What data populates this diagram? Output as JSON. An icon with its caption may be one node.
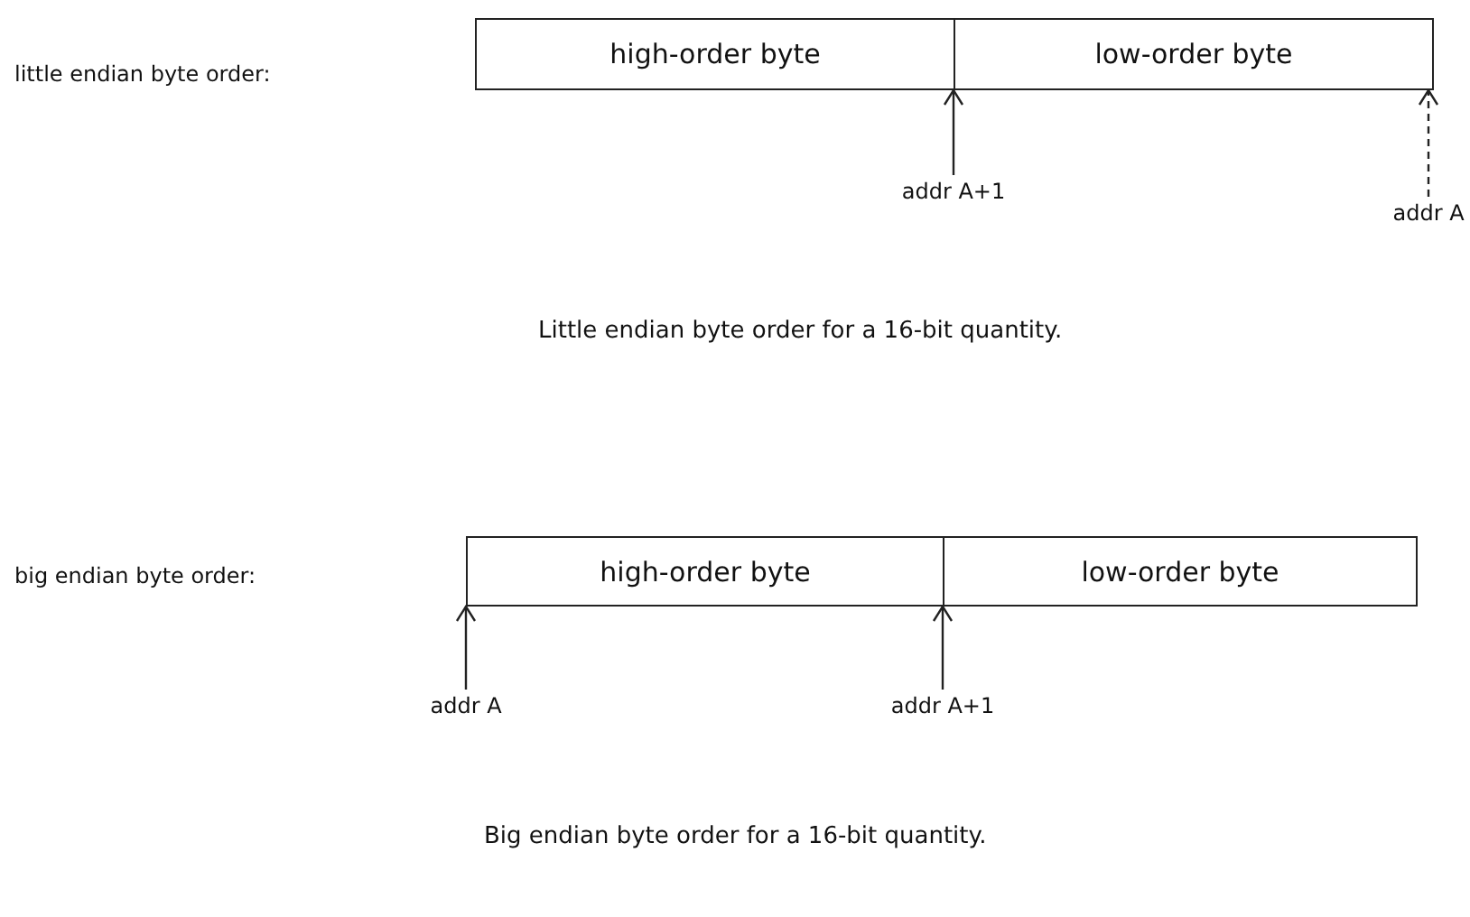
{
  "diagram": {
    "nodes": [
      {
        "text": [
          "high-order byte"
        ]
      },
      {
        "text": [
          "low-order byte"
        ]
      },
      {
        "text": [
          "addr A+1"
        ]
      },
      {
        "text": [
          "addr A"
        ]
      },
      {
        "text": [
          "high-order byte"
        ]
      },
      {
        "text": [
          "low-order byte"
        ]
      },
      {
        "text": [
          "addr A"
        ]
      },
      {
        "text": [
          "addr A+1"
        ]
      }
    ],
    "edges": [
      {
        "from": 2,
        "to": 0,
        "arrow": "to"
      },
      {
        "from": 3,
        "to": 1,
        "arrow": "to",
        "style": "dashed"
      },
      {
        "from": 6,
        "to": 4,
        "arrow": "to"
      },
      {
        "from": 7,
        "to": 5,
        "arrow": "to"
      }
    ],
    "labels": [
      "little endian byte order:",
      "Little endian byte order for a 16-bit quantity.",
      "big endian byte order:",
      "Big endian byte order for a 16-bit quantity."
    ]
  }
}
